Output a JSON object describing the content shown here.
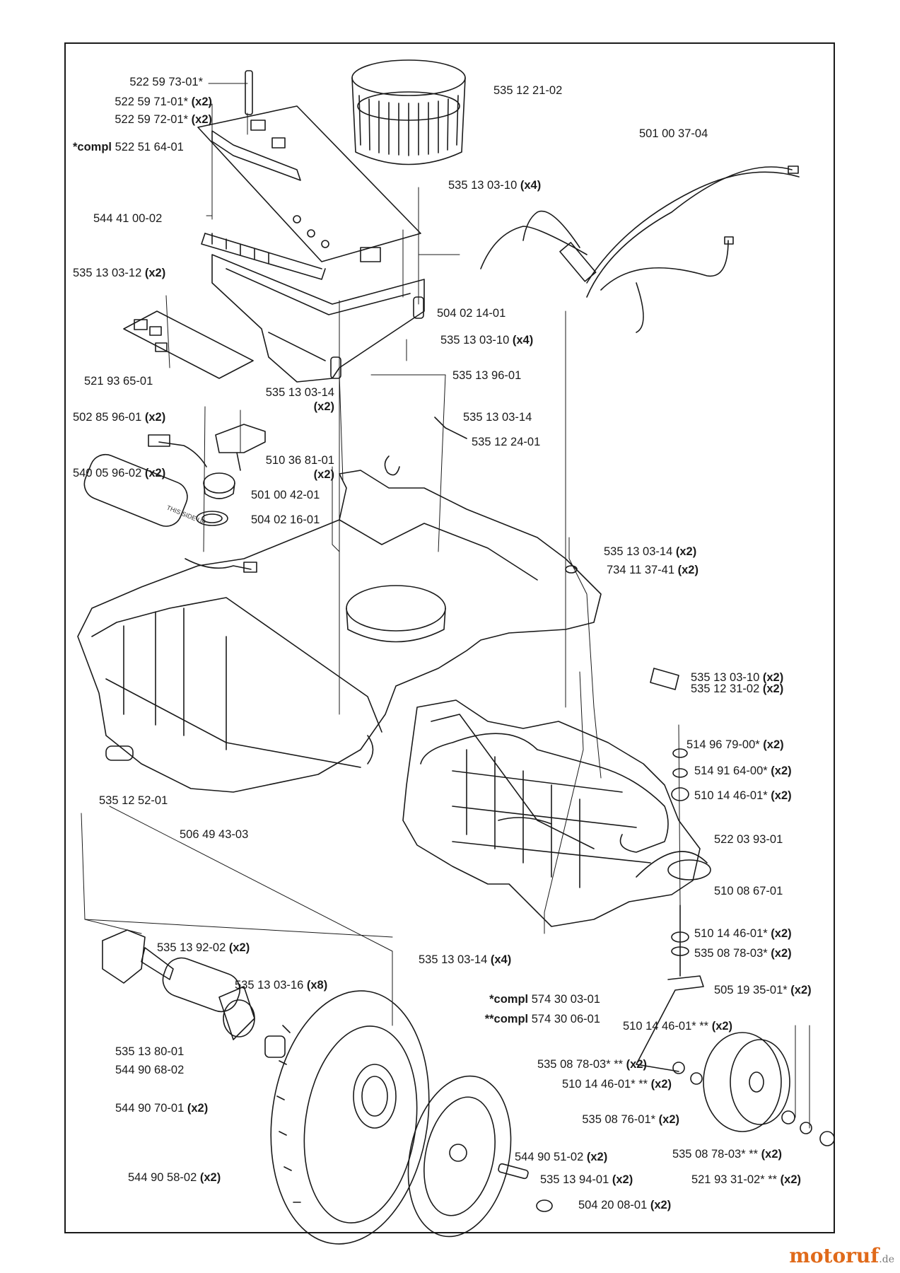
{
  "labels": {
    "p1": {
      "num": "522 59 73-01*",
      "qty": ""
    },
    "p2": {
      "num": "522 59 71-01*",
      "qty": "(x2)"
    },
    "p3": {
      "num": "522 59 72-01*",
      "qty": "(x2)"
    },
    "p4": {
      "num": "522 51 64-01",
      "qty": "",
      "prefix": "*compl"
    },
    "p5": {
      "num": "544 41 00-02",
      "qty": ""
    },
    "p6": {
      "num": "535 13 03-12",
      "qty": "(x2)"
    },
    "p7": {
      "num": "521 93 65-01",
      "qty": ""
    },
    "p8": {
      "num": "502 85 96-01",
      "qty": "(x2)"
    },
    "p9": {
      "num": "540 05 96-02",
      "qty": "(x2)"
    },
    "p10": {
      "num": "535 12 21-02",
      "qty": ""
    },
    "p11": {
      "num": "501 00 37-04",
      "qty": ""
    },
    "p12": {
      "num": "535 13 03-10",
      "qty": "(x4)"
    },
    "p13": {
      "num": "504 02 14-01",
      "qty": ""
    },
    "p14": {
      "num": "535 13 03-10",
      "qty": "(x4)"
    },
    "p15": {
      "num": "535 13 96-01",
      "qty": ""
    },
    "p16": {
      "num": "535 13 03-14",
      "qty": "(x2)"
    },
    "p17": {
      "num": "535 13 03-14",
      "qty": ""
    },
    "p18": {
      "num": "535 12 24-01",
      "qty": ""
    },
    "p19": {
      "num": "510 36 81-01",
      "qty": "(x2)"
    },
    "p20": {
      "num": "501 00 42-01",
      "qty": ""
    },
    "p21": {
      "num": "504 02 16-01",
      "qty": ""
    },
    "p22": {
      "num": "535 13 03-14",
      "qty": "(x2)"
    },
    "p23": {
      "num": "734 11 37-41",
      "qty": "(x2)"
    },
    "p24": {
      "num": "535 13 03-10",
      "qty": "(x2)"
    },
    "p25": {
      "num": "535 12 31-02",
      "qty": "(x2)"
    },
    "p26": {
      "num": "514 96 79-00*",
      "qty": "(x2)"
    },
    "p27": {
      "num": "514 91 64-00*",
      "qty": "(x2)"
    },
    "p28": {
      "num": "510 14 46-01*",
      "qty": "(x2)"
    },
    "p29": {
      "num": "522 03 93-01",
      "qty": ""
    },
    "p30": {
      "num": "510 08 67-01",
      "qty": ""
    },
    "p31": {
      "num": "535 12 52-01",
      "qty": ""
    },
    "p32": {
      "num": "506 49 43-03",
      "qty": ""
    },
    "p33": {
      "num": "510 14 46-01*",
      "qty": "(x2)"
    },
    "p34": {
      "num": "535 08 78-03*",
      "qty": "(x2)"
    },
    "p35": {
      "num": "535 13 03-14",
      "qty": "(x4)"
    },
    "p36": {
      "num": "505 19 35-01*",
      "qty": "(x2)"
    },
    "p37": {
      "num": "574 30 03-01",
      "qty": "",
      "prefix": "*compl"
    },
    "p38": {
      "num": "574 30 06-01",
      "qty": "",
      "prefix": "**compl"
    },
    "p39": {
      "num": "535 13 92-02",
      "qty": "(x2)"
    },
    "p40": {
      "num": "535 13 03-16",
      "qty": "(x8)"
    },
    "p41": {
      "num": "510 14 46-01* **",
      "qty": "(x2)"
    },
    "p42": {
      "num": "535 13 80-01",
      "qty": ""
    },
    "p43": {
      "num": "544 90 68-02",
      "qty": ""
    },
    "p44": {
      "num": "544 90 70-01",
      "qty": "(x2)"
    },
    "p45": {
      "num": "535 08 78-03* **",
      "qty": "(x2)"
    },
    "p46": {
      "num": "510 14 46-01* **",
      "qty": "(x2)"
    },
    "p47": {
      "num": "535 08 76-01*",
      "qty": "(x2)"
    },
    "p48": {
      "num": "544 90 51-02",
      "qty": "(x2)"
    },
    "p49": {
      "num": "535 08 78-03* **",
      "qty": "(x2)"
    },
    "p50": {
      "num": "544 90 58-02",
      "qty": "(x2)"
    },
    "p51": {
      "num": "535 13 94-01",
      "qty": "(x2)"
    },
    "p52": {
      "num": "521 93 31-02* **",
      "qty": "(x2)"
    },
    "p53": {
      "num": "504 20 08-01",
      "qty": "(x2)"
    }
  },
  "battery_text": "THIS SIDE UP",
  "watermark": {
    "main": "motoruf",
    "suffix": ".de"
  }
}
